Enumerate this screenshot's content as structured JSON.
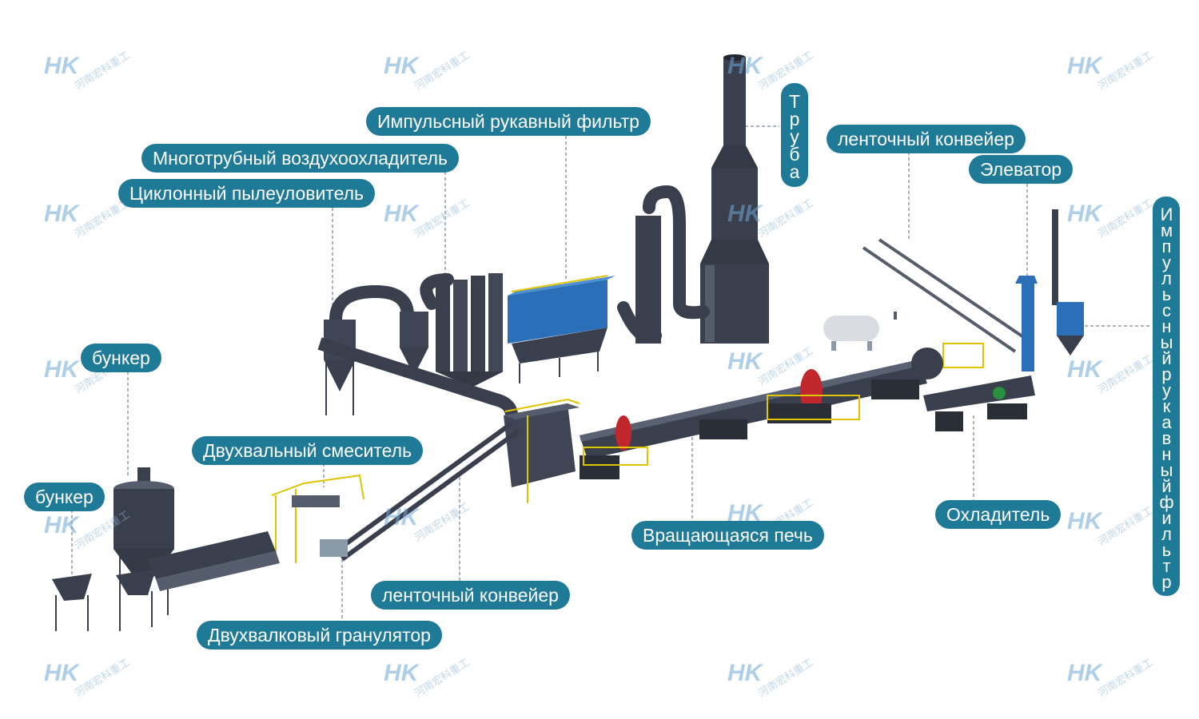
{
  "labels": {
    "pulse_bag_filter_top": "Импульсный рукавный фильтр",
    "multitube_air_cooler": "Многотрубный воздухоохладитель",
    "cyclone_dust_collector": "Циклонный пылеуловитель",
    "chimney": "Труба",
    "belt_conveyor_top": "ленточный конвейер",
    "elevator": "Элеватор",
    "pulse_bag_filter_right": "Импульсныйрукавныйфильтр",
    "bunker_top": "бункер",
    "bunker_left": "бункер",
    "twin_shaft_mixer": "Двухвальный смеситель",
    "belt_conveyor_bottom": "ленточный конвейер",
    "twin_roll_granulator": "Двухвалковый гранулятор",
    "rotary_kiln": "Вращающаяся печь",
    "cooler": "Охладитель"
  },
  "watermark": {
    "logo_letters": "HK",
    "company_text": "河南宏科重工"
  },
  "colors": {
    "label_bg": "#1f7a98",
    "label_text": "#ffffff",
    "equipment_dark": "#3a3f4d",
    "equipment_blue": "#2a6fb8",
    "equipment_yellow": "#e0c400",
    "equipment_red": "#c0262c",
    "leader_line": "#8a9aa8"
  }
}
